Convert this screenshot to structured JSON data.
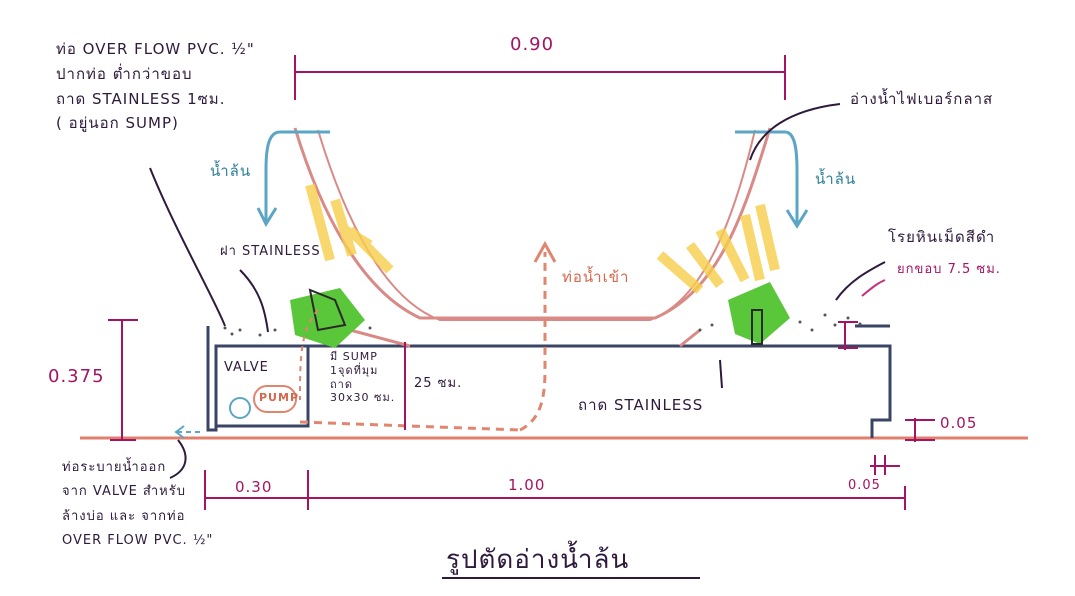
{
  "drawing": {
    "title": "รูปตัดอ่างน้ำล้น",
    "dimensions": {
      "top_width": "0.90",
      "height_total": "0.375",
      "left_width": "0.30",
      "base_width": "1.00",
      "right_small_width": "0.05",
      "right_step_height": "0.05",
      "sump_depth": "25 ซม."
    },
    "labels": {
      "overflow_pipe_top": [
        "ท่อ OVER FLOW PVC. ½\"",
        "ปากท่อ ต่ำกว่าขอบ",
        "ถาด STAINLESS 1ซม.",
        "( อยู่นอก SUMP)"
      ],
      "overflow_left": "น้ำล้น",
      "overflow_right": "น้ำล้น",
      "stainless_lid": "ฝา STAINLESS",
      "inlet_pipe": "ท่อน้ำเข้า",
      "fiberglass_basin": "อ่างน้ำไฟเบอร์กลาส",
      "black_stones": "โรยหินเม็ดสีดำ",
      "raise_edge": "ยกขอบ 7.5 ซม.",
      "valve": "VALVE",
      "pump": "PUMP",
      "sump_note": [
        "มี SUMP",
        "1จุดที่มุม",
        "ถาด",
        "30x30 ซม."
      ],
      "stainless_tray": "ถาด STAINLESS",
      "drain_note": [
        "ท่อระบายน้ำออก",
        "จาก VALVE สำหรับ",
        "ล้างบ่อ และ จากท่อ",
        "OVER FLOW   PVC. ½\""
      ]
    }
  }
}
